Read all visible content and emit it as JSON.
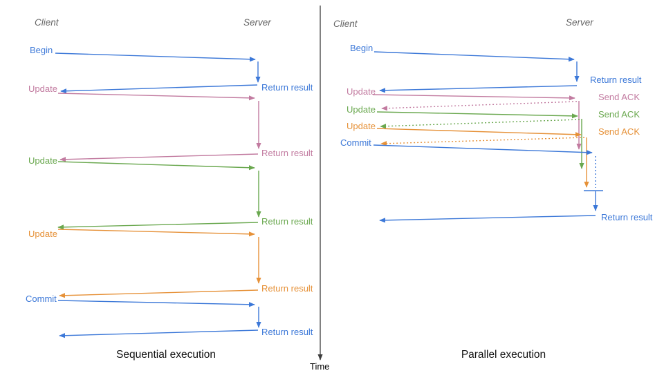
{
  "palette": {
    "blue": "#3c78d8",
    "pink": "#c27ba0",
    "green": "#6aa84f",
    "orange": "#e69138",
    "axis": "#3d3d3d",
    "header": "#666666",
    "caption": "#111111"
  },
  "left_panel": {
    "client_header": "Client",
    "server_header": "Server",
    "caption": "Sequential execution",
    "messages": [
      {
        "label": "Begin",
        "color": "blue",
        "response_label": "Return result"
      },
      {
        "label": "Update",
        "color": "pink",
        "response_label": "Return result"
      },
      {
        "label": "Update",
        "color": "green",
        "response_label": "Return result"
      },
      {
        "label": "Update",
        "color": "orange",
        "response_label": "Return result"
      },
      {
        "label": "Commit",
        "color": "blue",
        "response_label": "Return result"
      }
    ]
  },
  "right_panel": {
    "client_header": "Client",
    "server_header": "Server",
    "caption": "Parallel execution",
    "messages": [
      {
        "label": "Begin",
        "color": "blue",
        "response_label": "Return result"
      },
      {
        "label": "Update",
        "color": "pink",
        "response_label": "Send ACK"
      },
      {
        "label": "Update",
        "color": "green",
        "response_label": "Send ACK"
      },
      {
        "label": "Update",
        "color": "orange",
        "response_label": "Send ACK"
      },
      {
        "label": "Commit",
        "color": "blue",
        "response_label": "Return result"
      }
    ]
  },
  "time_axis": {
    "label": "Time"
  }
}
